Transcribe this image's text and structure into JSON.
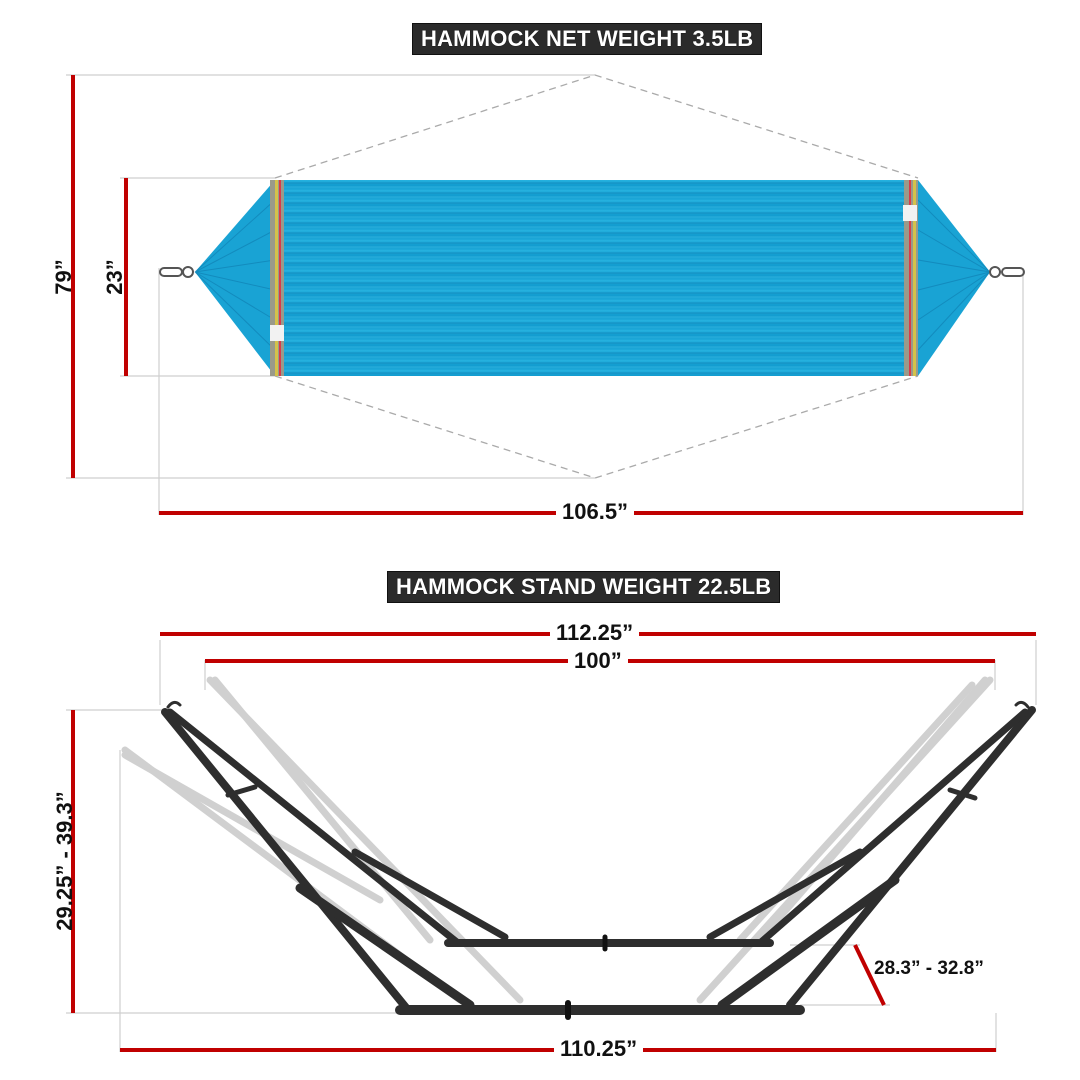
{
  "net_section": {
    "title": "HAMMOCK NET WEIGHT 3.5LB",
    "dimensions": {
      "overall_height": "79”",
      "bed_width": "23”",
      "total_length": "106.5”"
    },
    "colors": {
      "fabric": "#1aa7d6",
      "fabric_dark": "#0e7fb0",
      "dimension_line": "#c00000",
      "guide_line": "#cccccc",
      "banner_bg": "#2b2b2b"
    }
  },
  "stand_section": {
    "title": "HAMMOCK STAND WEIGHT 22.5LB",
    "dimensions": {
      "overall_top_span": "112.25”",
      "hook_span": "100”",
      "height_range": "29.25” - 39.3”",
      "leg_offset_range": "28.3” - 32.8”",
      "base_length": "110.25”"
    },
    "colors": {
      "frame": "#2e2e2e",
      "frame_ghost": "#c8c8c8"
    }
  }
}
